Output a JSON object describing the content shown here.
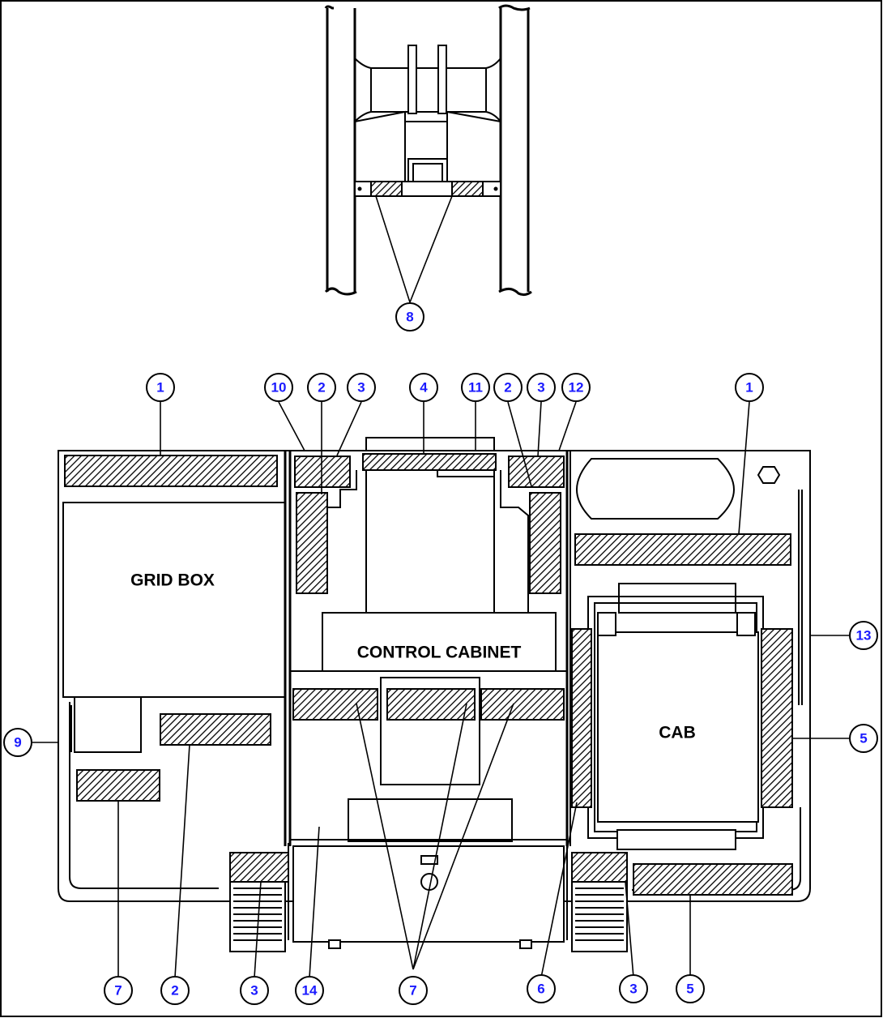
{
  "labels": {
    "grid_box": "GRID BOX",
    "control_cabinet": "CONTROL CABINET",
    "cab": "CAB"
  },
  "callouts": [
    {
      "num": "8"
    },
    {
      "num": "1"
    },
    {
      "num": "10"
    },
    {
      "num": "2"
    },
    {
      "num": "3"
    },
    {
      "num": "4"
    },
    {
      "num": "11"
    },
    {
      "num": "2"
    },
    {
      "num": "3"
    },
    {
      "num": "12"
    },
    {
      "num": "1"
    },
    {
      "num": "13"
    },
    {
      "num": "9"
    },
    {
      "num": "5"
    },
    {
      "num": "7"
    },
    {
      "num": "2"
    },
    {
      "num": "3"
    },
    {
      "num": "14"
    },
    {
      "num": "7"
    },
    {
      "num": "6"
    },
    {
      "num": "3"
    },
    {
      "num": "5"
    }
  ],
  "colors": {
    "callout_text": "#1a1aff",
    "line": "#000000",
    "background": "#ffffff"
  }
}
